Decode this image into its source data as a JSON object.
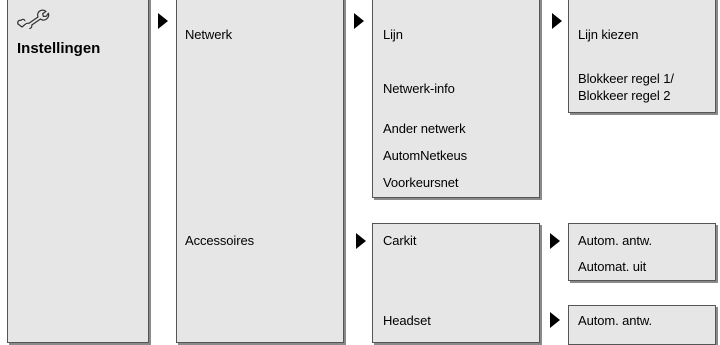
{
  "menu": {
    "root": {
      "icon": "wrench-icon",
      "title": "Instellingen"
    },
    "level1": [
      {
        "label": "Netwerk"
      },
      {
        "label": "Accessoires"
      }
    ],
    "netwerk_items": [
      "Lijn",
      "Netwerk-info",
      "Ander netwerk",
      "AutomNetkeus",
      "Voorkeursnet"
    ],
    "lijn_items": [
      "Lijn kiezen",
      "Blokkeer regel 1/",
      "Blokkeer regel 2"
    ],
    "accessoires_items": [
      "Carkit",
      "Headset"
    ],
    "carkit_items": [
      "Autom. antw.",
      "Automat. uit"
    ],
    "headset_items": [
      "Autom. antw."
    ]
  }
}
